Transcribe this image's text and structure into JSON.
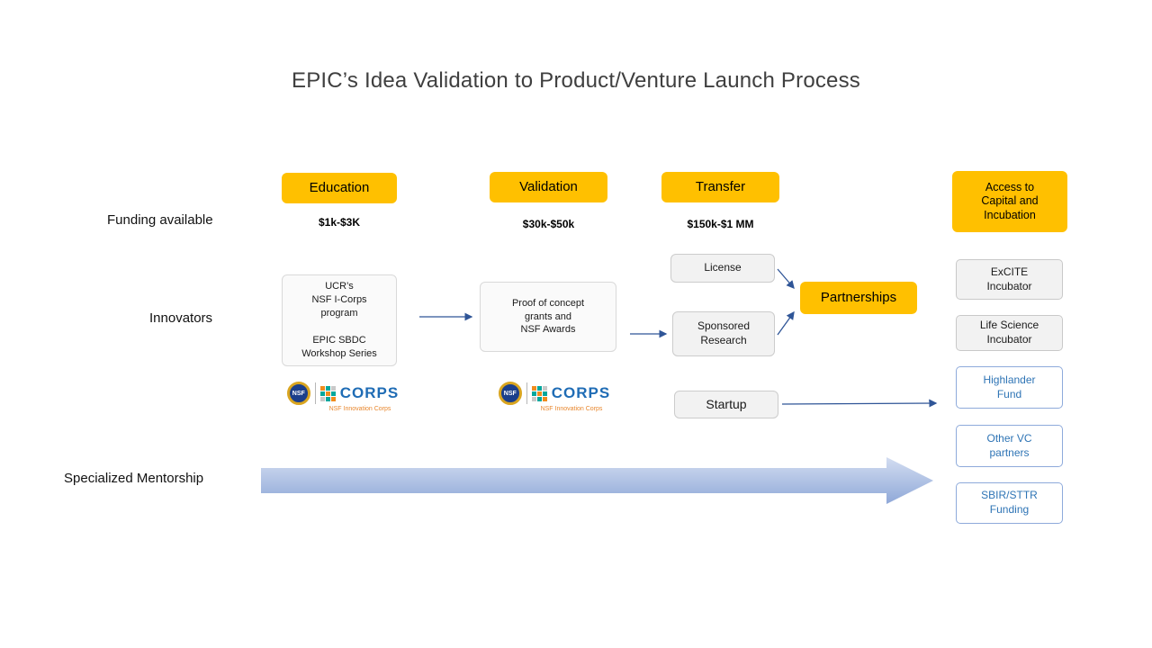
{
  "title": "EPIC’s Idea Validation to Product/Venture Launch Process",
  "row_labels": {
    "funding": "Funding available",
    "innovators": "Innovators",
    "mentorship": "Specialized Mentorship"
  },
  "stages": [
    {
      "label": "Education",
      "funding": "$1k-$3K"
    },
    {
      "label": "Validation",
      "funding": "$30k-$50k"
    },
    {
      "label": "Transfer",
      "funding": "$150k-$1 MM"
    },
    {
      "label": "Access to\nCapital and\nIncubation",
      "funding": ""
    }
  ],
  "flow_boxes": {
    "education_program": "UCR’s\nNSF I-Corps\nprogram\n\nEPIC SBDC\nWorkshop Series",
    "validation_program": "Proof of concept\ngrants and\nNSF Awards",
    "license": "License",
    "sponsored_research": "Sponsored\nResearch",
    "partnerships": "Partnerships",
    "startup": "Startup"
  },
  "capital_items": [
    {
      "label": "ExCITE\nIncubator"
    },
    {
      "label": "Life Science\nIncubator"
    },
    {
      "label": "Highlander\nFund"
    },
    {
      "label": "Other VC\npartners"
    },
    {
      "label": "SBIR/STTR\nFunding"
    }
  ],
  "logo": {
    "nsf": "NSF",
    "corps": "CORPS",
    "subtext": "NSF Innovation Corps"
  },
  "colors": {
    "stage": "#FFC000",
    "arrow": "#2F5597",
    "blue_text": "#2E74B5"
  }
}
